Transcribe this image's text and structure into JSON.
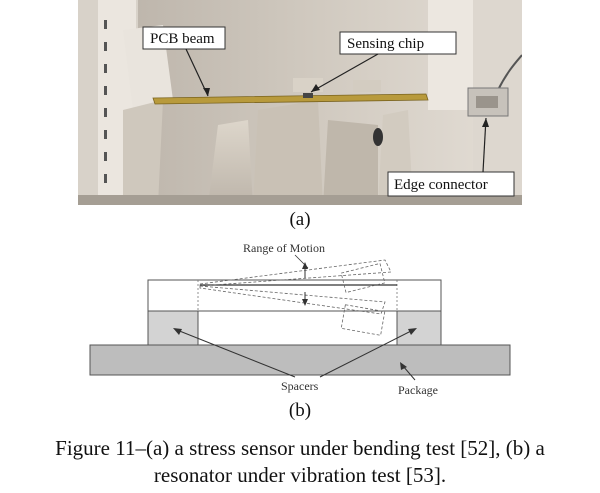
{
  "photo": {
    "labels": {
      "pcb_beam": "PCB beam",
      "sensing_chip": "Sensing chip",
      "edge_connector": "Edge connector"
    },
    "sublabel": "(a)"
  },
  "diagram": {
    "labels": {
      "range_of_motion": "Range of Motion",
      "spacers": "Spacers",
      "package": "Package"
    },
    "sublabel": "(b)"
  },
  "caption": {
    "line1": "Figure 11–(a) a stress sensor under bending test [52], (b) a",
    "line2": "resonator under vibration test [53]."
  }
}
